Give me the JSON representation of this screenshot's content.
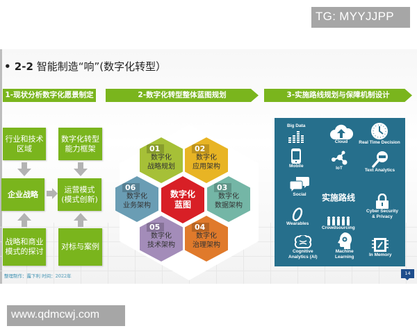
{
  "watermarks": {
    "top": "TG: MYYJJPP",
    "bottom": "www.qdmcwj.com"
  },
  "slide": {
    "title_prefix": "• 2-2",
    "title_main": " 智能制造“响”(数字化转型）",
    "steps": [
      {
        "label": "1-现状分析数字化愿景制定"
      },
      {
        "label": "2-数字化转型整体蓝图规划"
      },
      {
        "label": "3-实施路线规划与保障机制设计"
      }
    ],
    "left_boxes": {
      "industry_tech": "行业和技术\n区域",
      "capability_framework": "数字化转型\n能力框架",
      "enterprise_strategy": "企业战略",
      "operating_model": "运营模式\n(模式创新)",
      "strategy_business_model": "战略和商业\n模式的探讨",
      "benchmark_cases": "对标与案例"
    },
    "hexagons": {
      "center": {
        "line1": "数字化",
        "line2": "蓝图",
        "color": "#d81f26"
      },
      "items": [
        {
          "num": "01",
          "line1": "数字化",
          "line2": "战略规划",
          "color": "#a6c037"
        },
        {
          "num": "02",
          "line1": "数字化",
          "line2": "应用架构",
          "color": "#e8b424"
        },
        {
          "num": "03",
          "line1": "数字化",
          "line2": "数据架构",
          "color": "#74b6a6"
        },
        {
          "num": "04",
          "line1": "数字化",
          "line2": "治理架构",
          "color": "#e07a2b"
        },
        {
          "num": "05",
          "line1": "数字化",
          "line2": "技术架构",
          "color": "#a38cb9"
        },
        {
          "num": "06",
          "line1": "数字化",
          "line2": "业务架构",
          "color": "#6a9db4"
        }
      ]
    },
    "tech_panel": {
      "center_label": "实施路线",
      "items": [
        {
          "icon": "bar-chart-icon",
          "label": "Big Data"
        },
        {
          "icon": "cloud-upload-icon",
          "label": "Cloud"
        },
        {
          "icon": "clock-icon",
          "label": "Real Time Decision"
        },
        {
          "icon": "mobile-icon",
          "label": "Mobile"
        },
        {
          "icon": "network-node-icon",
          "label": "IoT"
        },
        {
          "icon": "magnifier-icon",
          "label": "Text Analytics"
        },
        {
          "icon": "chat-bubbles-icon",
          "label": "Social"
        },
        {
          "icon": "padlock-icon",
          "label": "Cyber Security\n& Privacy"
        },
        {
          "icon": "wristband-icon",
          "label": "Wearables"
        },
        {
          "icon": "people-group-icon",
          "label": "Crowdsourcing"
        },
        {
          "icon": "brain-icon",
          "label": "Cognitive\nAnalytics (AI)"
        },
        {
          "icon": "head-gears-icon",
          "label": "Machine\nLearning"
        },
        {
          "icon": "chip-icon",
          "label": "In Memory"
        }
      ]
    },
    "credit": "整理制作：露下利 时间：2022年",
    "page_number": "14"
  },
  "colors": {
    "green": "#7ab51d",
    "panel_blue": "#266f8c",
    "page_badge": "#1f4e8c",
    "watermark_gray": "#a6a6a6"
  }
}
